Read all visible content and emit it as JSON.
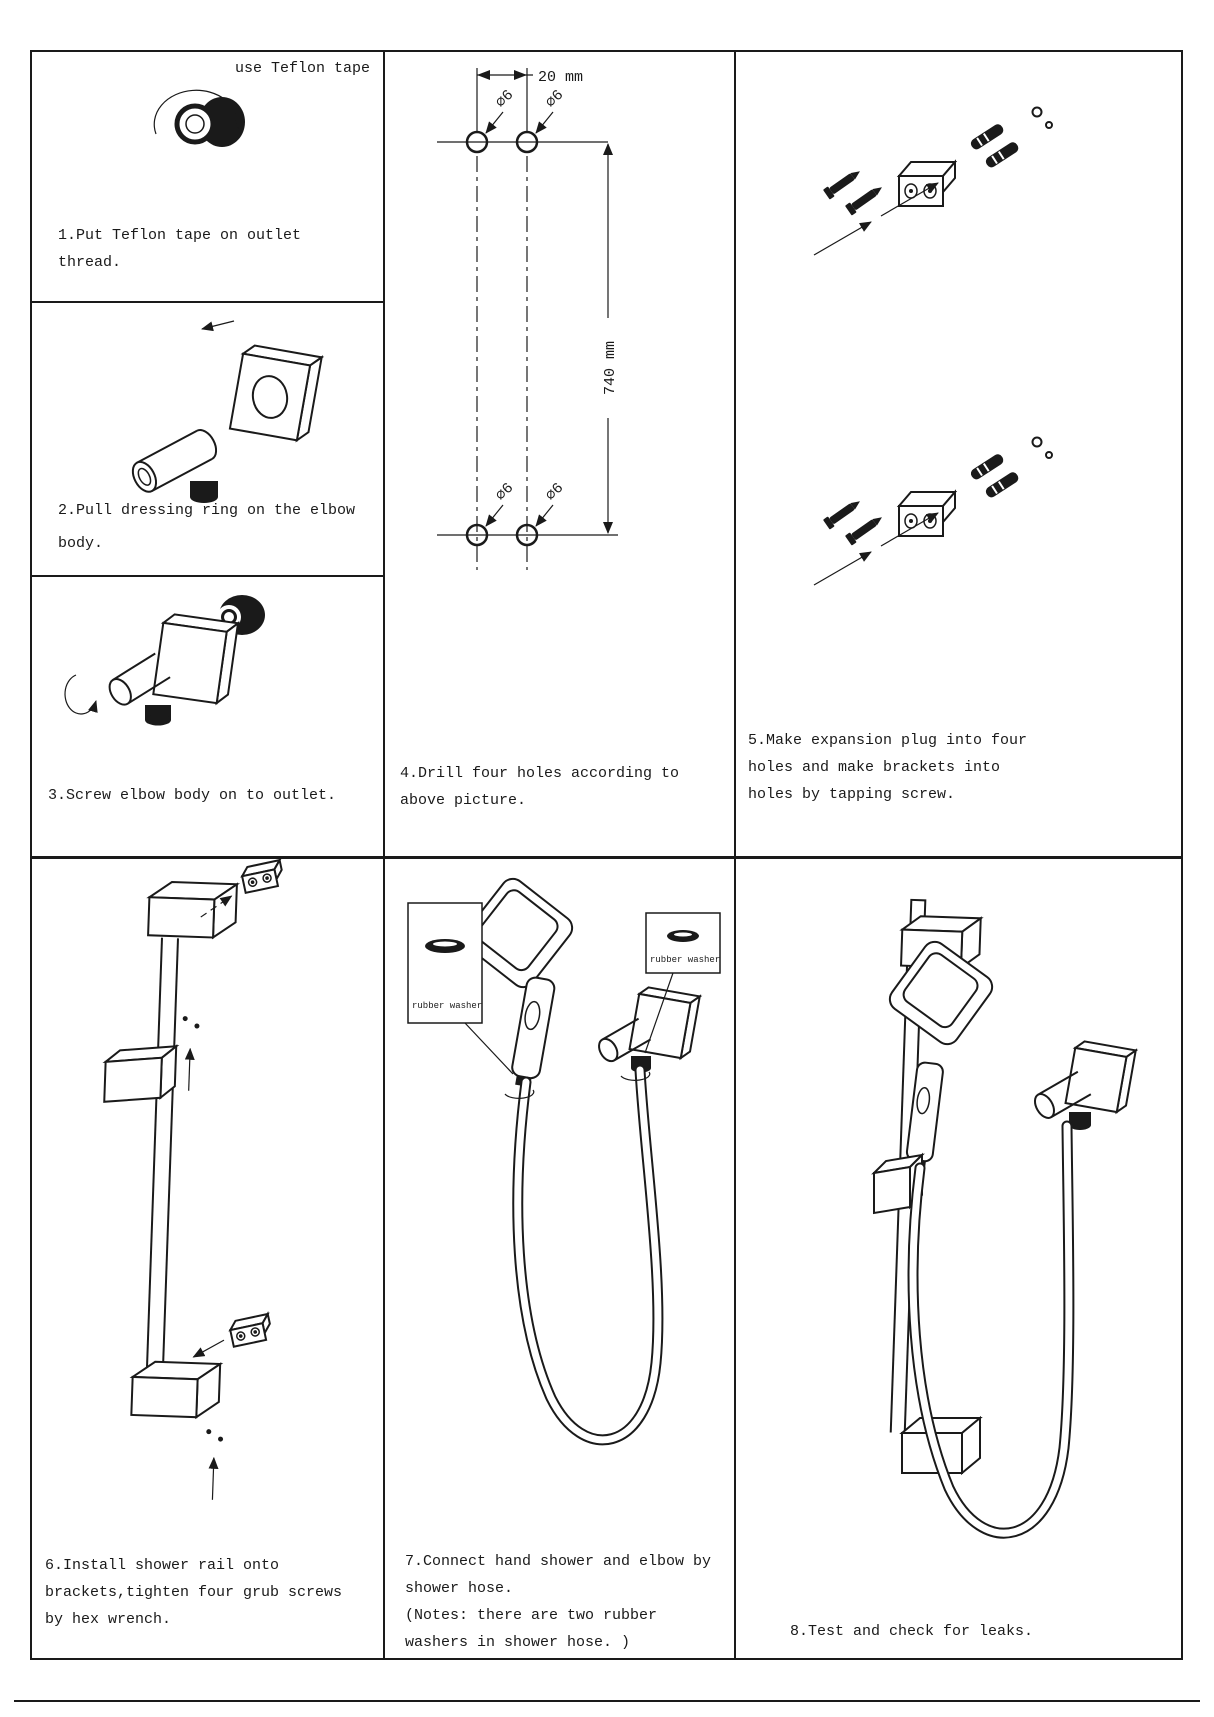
{
  "document": {
    "kind": "shower rail installation instructions",
    "ink_color": "#1a1a1a",
    "paper_color": "#ffffff"
  },
  "labels": {
    "teflon_note": "use Teflon tape",
    "dim_width": "20 mm",
    "dim_height": "740 mm",
    "hole_diameters": [
      "∅6",
      "∅6",
      "∅6",
      "∅6"
    ],
    "washer_labels": [
      "rubber washer",
      "rubber washer"
    ]
  },
  "steps": [
    {
      "caption": "1.Put Teflon tape on outlet\nthread."
    },
    {
      "caption": "2.Pull dressing ring on the elbow\nbody."
    },
    {
      "caption": "3.Screw elbow body on to outlet."
    },
    {
      "caption": "4.Drill four holes according to\nabove picture."
    },
    {
      "caption": "5.Make expansion plug into four\nholes and make brackets into\nholes by tapping screw."
    },
    {
      "caption": "6.Install shower rail onto\nbrackets,tighten four grub screws\nby hex wrench."
    },
    {
      "caption": "7.Connect hand shower and elbow by\nshower hose.\n(Notes: there are two rubber\nwashers in shower hose. )"
    },
    {
      "caption": "8.Test and check for leaks."
    }
  ]
}
